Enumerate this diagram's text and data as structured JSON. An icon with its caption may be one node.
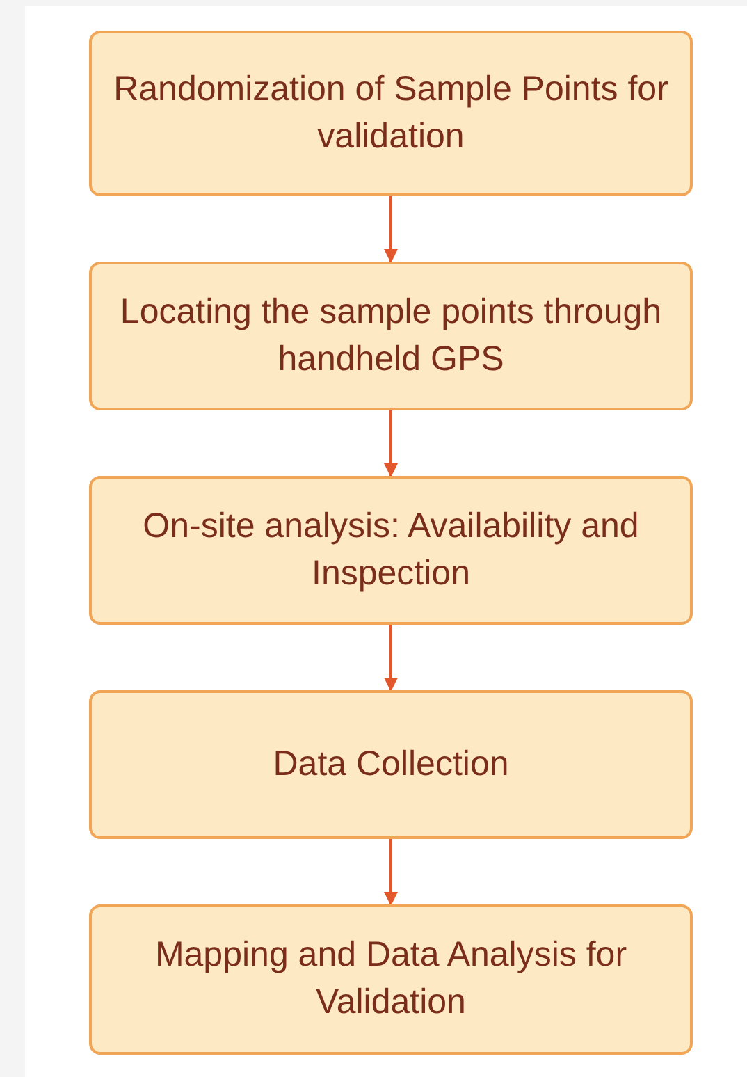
{
  "diagram": {
    "nodes": [
      {
        "text": [
          "Randomization of Sample Points for validation"
        ]
      },
      {
        "text": [
          "Locating the sample points through handheld GPS"
        ]
      },
      {
        "text": [
          "On-site analysis: Availability and Inspection"
        ]
      },
      {
        "text": [
          "Data Collection"
        ]
      },
      {
        "text": [
          "Mapping and Data Analysis for Validation"
        ]
      }
    ],
    "edges": [
      {
        "from": 0,
        "to": 1,
        "arrow": "to"
      },
      {
        "from": 1,
        "to": 2,
        "arrow": "to"
      },
      {
        "from": 2,
        "to": 3,
        "arrow": "to"
      },
      {
        "from": 3,
        "to": 4,
        "arrow": "to"
      }
    ]
  }
}
